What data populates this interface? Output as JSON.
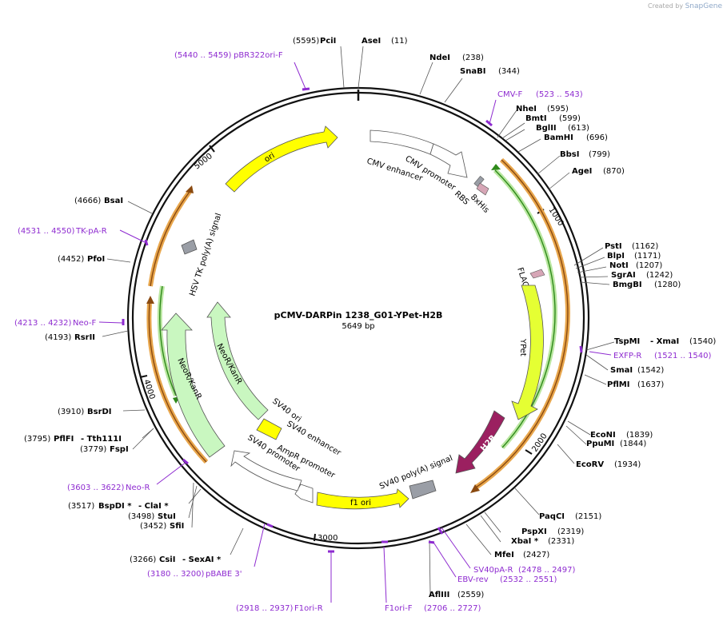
{
  "credit": {
    "prefix": "Created by",
    "brand": "SnapGene"
  },
  "plasmid": {
    "name": "pCMV-DARPin 1238_G01-YPet-H2B",
    "size": "5649 bp"
  },
  "ring_ticks": [
    "1000",
    "2000",
    "3000",
    "4000",
    "5000"
  ],
  "features": {
    "ori": "ori",
    "cmv_promoter": "CMV promoter",
    "cmv_enhancer": "CMV enhancer",
    "rbs": "RBS",
    "his": "8xHis",
    "flag": "FLAG",
    "ypet": "YPet",
    "h2b": "H2B",
    "sv40_polya": "SV40 poly(A) signal",
    "f1ori": "f1 ori",
    "ampr_promoter": "AmpR promoter",
    "sv40_promoter": "SV40 promoter",
    "sv40_ori": "SV40 ori",
    "sv40_enhancer": "SV40 enhancer",
    "neor_inner": "NeoR/KanR",
    "neor_outer": "NeoR/KanR",
    "hsv_tk": "HSV TK poly(A) signal"
  },
  "enzymes": [
    {
      "name": "PciI",
      "pos": "(5595)"
    },
    {
      "name": "AseI",
      "pos": "(11)"
    },
    {
      "name": "NdeI",
      "pos": "(238)"
    },
    {
      "name": "SnaBI",
      "pos": "(344)"
    },
    {
      "name": "NheI",
      "pos": "(595)"
    },
    {
      "name": "BmtI",
      "pos": "(599)"
    },
    {
      "name": "BglII",
      "pos": "(613)"
    },
    {
      "name": "BamHI",
      "pos": "(696)"
    },
    {
      "name": "BbsI",
      "pos": "(799)"
    },
    {
      "name": "AgeI",
      "pos": "(870)"
    },
    {
      "name": "PstI",
      "pos": "(1162)"
    },
    {
      "name": "BlpI",
      "pos": "(1171)"
    },
    {
      "name": "NotI",
      "pos": "(1207)"
    },
    {
      "name": "SgrAI",
      "pos": "(1242)"
    },
    {
      "name": "BmgBI",
      "pos": "(1280)"
    },
    {
      "name": "TspMI",
      "pos": ""
    },
    {
      "name": "- XmaI",
      "pos": "(1540)"
    },
    {
      "name": "SmaI",
      "pos": "(1542)"
    },
    {
      "name": "PflMI",
      "pos": "(1637)"
    },
    {
      "name": "EcoNI",
      "pos": "(1839)"
    },
    {
      "name": "PpuMI",
      "pos": "(1844)"
    },
    {
      "name": "EcoRV",
      "pos": "(1934)"
    },
    {
      "name": "PaqCI",
      "pos": "(2151)"
    },
    {
      "name": "PspXI",
      "pos": "(2319)"
    },
    {
      "name": "XbaI *",
      "pos": "(2331)"
    },
    {
      "name": "MfeI",
      "pos": "(2427)"
    },
    {
      "name": "AflIII",
      "pos": "(2559)"
    },
    {
      "name": "CsiI",
      "pos": "(3266)"
    },
    {
      "name": "- SexAI *",
      "pos": ""
    },
    {
      "name": "SfiI",
      "pos": "(3452)"
    },
    {
      "name": "StuI",
      "pos": "(3498)"
    },
    {
      "name": "BspDI *",
      "pos": "(3517)"
    },
    {
      "name": "- ClaI *",
      "pos": ""
    },
    {
      "name": "FspI",
      "pos": "(3779)"
    },
    {
      "name": "PflFI",
      "pos": "(3795)"
    },
    {
      "name": "- Tth111I",
      "pos": ""
    },
    {
      "name": "BsrDI",
      "pos": "(3910)"
    },
    {
      "name": "RsrII",
      "pos": "(4193)"
    },
    {
      "name": "PfoI",
      "pos": "(4452)"
    },
    {
      "name": "BsaI",
      "pos": "(4666)"
    }
  ],
  "primers": [
    {
      "name": "pBR322ori-F",
      "range": "(5440 .. 5459)"
    },
    {
      "name": "CMV-F",
      "range": "(523 .. 543)"
    },
    {
      "name": "EXFP-R",
      "range": "(1521 .. 1540)"
    },
    {
      "name": "SV40pA-R",
      "range": "(2478 .. 2497)"
    },
    {
      "name": "EBV-rev",
      "range": "(2532 .. 2551)"
    },
    {
      "name": "F1ori-F",
      "range": "(2706 .. 2727)"
    },
    {
      "name": "F1ori-R",
      "range": "(2918 .. 2937)"
    },
    {
      "name": "pBABE 3'",
      "range": "(3180 .. 3200)"
    },
    {
      "name": "Neo-R",
      "range": "(3603 .. 3622)"
    },
    {
      "name": "Neo-F",
      "range": "(4213 .. 4232)"
    },
    {
      "name": "TK-pA-R",
      "range": "(4531 .. 4550)"
    }
  ],
  "colors": {
    "ring": "#111111",
    "ori": "#ffff00",
    "promoter": "#ffffff",
    "ypet": "#e5ff33",
    "h2b": "#9b2060",
    "neor": "#c9f7c0",
    "orange": "#e8a64c",
    "green": "#2e8a1a",
    "primer": "#8e2bd0",
    "grey": "#9a9ea6"
  }
}
